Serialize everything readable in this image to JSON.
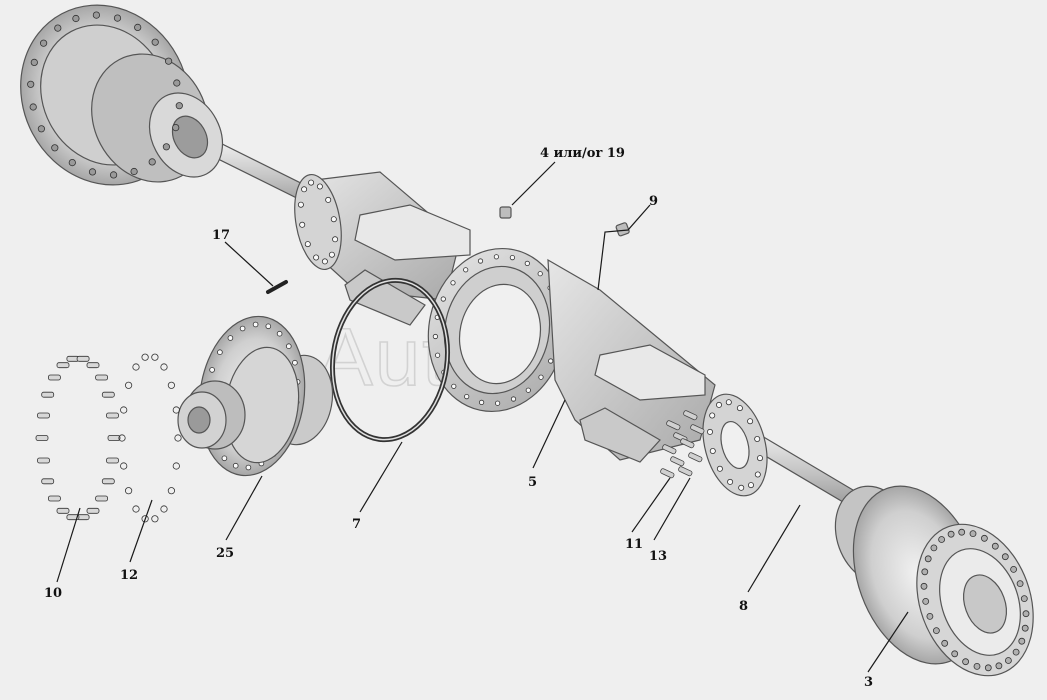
{
  "watermark": "AutoSoft",
  "callouts": [
    {
      "id": "c4",
      "text": "4 или/or 19"
    },
    {
      "id": "c9",
      "text": "9"
    },
    {
      "id": "c17",
      "text": "17"
    },
    {
      "id": "c5",
      "text": "5"
    },
    {
      "id": "c7",
      "text": "7"
    },
    {
      "id": "c25",
      "text": "25"
    },
    {
      "id": "c10",
      "text": "10"
    },
    {
      "id": "c12",
      "text": "12"
    },
    {
      "id": "c11",
      "text": "11"
    },
    {
      "id": "c13",
      "text": "13"
    },
    {
      "id": "c8",
      "text": "8"
    },
    {
      "id": "c3",
      "text": "3"
    }
  ],
  "colors": {
    "background": "#efefef",
    "metal_light": "#dedede",
    "metal_mid": "#bdbdbd",
    "metal_dark": "#7a7a7a",
    "line": "#1a1a1a"
  }
}
